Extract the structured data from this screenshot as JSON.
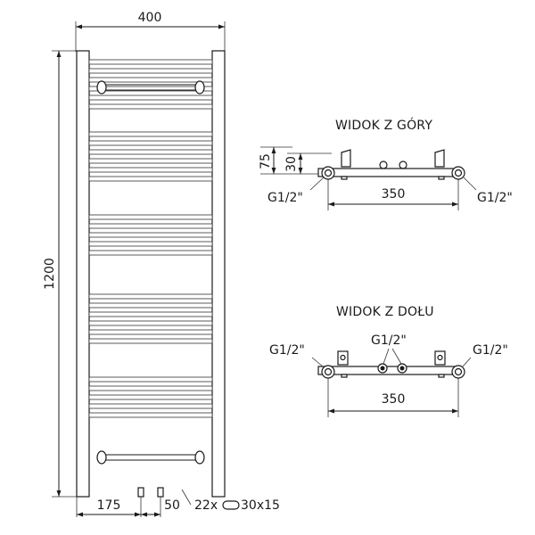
{
  "front": {
    "width_label": "400",
    "height_label": "1200",
    "offset_label": "175",
    "spacing_label": "50",
    "section_label": "22x",
    "section_size_label": "30x15",
    "rail_groups": [
      6,
      6,
      5,
      6,
      5
    ]
  },
  "top_view": {
    "title": "WIDOK Z GÓRY",
    "depth_label": "75",
    "pipe_depth_label": "30",
    "width_label": "350",
    "thread_left": "G1/2\"",
    "thread_right": "G1/2\""
  },
  "bottom_view": {
    "title": "WIDOK Z DOŁU",
    "width_label": "350",
    "thread_left": "G1/2\"",
    "thread_center": "G1/2\"",
    "thread_right": "G1/2\""
  }
}
